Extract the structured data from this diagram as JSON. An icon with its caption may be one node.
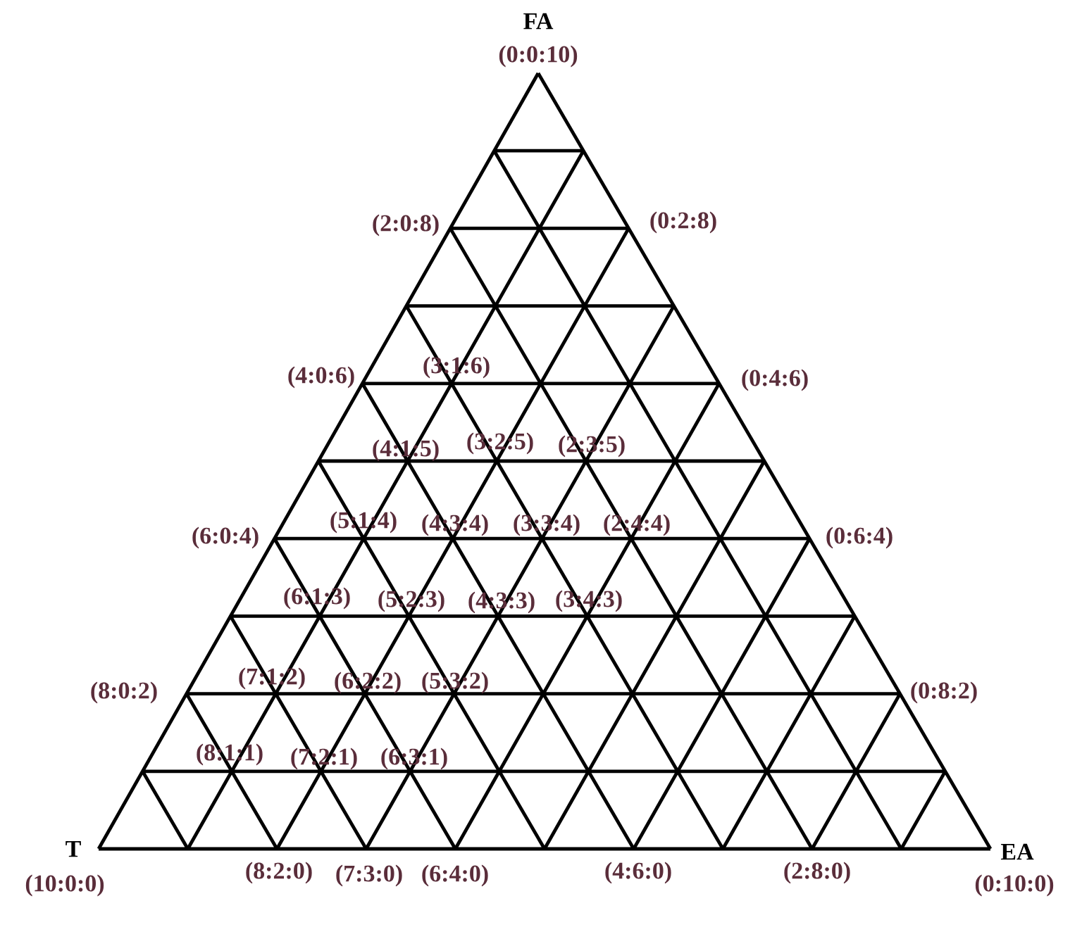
{
  "diagram": {
    "labels": [
      "FA",
      "(0:0:10)",
      "(2:0:8)",
      "(0:2:8)",
      "(4:0:6)",
      "(3:1:6)",
      "(0:4:6)",
      "(4:1:5)",
      "(3:2:5)",
      "(2:3:5)",
      "(6:0:4)",
      "(5:1:4)",
      "(4:3:4)",
      "(3:3:4)",
      "(2:4:4)",
      "(0:6:4)",
      "(6:1:3)",
      "(5:2:3)",
      "(4:3:3)",
      "(3:4:3)",
      "(8:0:2)",
      "(7:1:2)",
      "(6:2:2)",
      "(5:3:2)",
      "(0:8:2)",
      "(8:1:1)",
      "(7:2:1)",
      "(6:3:1)",
      "T",
      "(10:0:0)",
      "(8:2:0)",
      "(7:3:0)",
      "(6:4:0)",
      "(4:6:0)",
      "(2:8:0)",
      "EA",
      "(0:10:0)"
    ]
  }
}
